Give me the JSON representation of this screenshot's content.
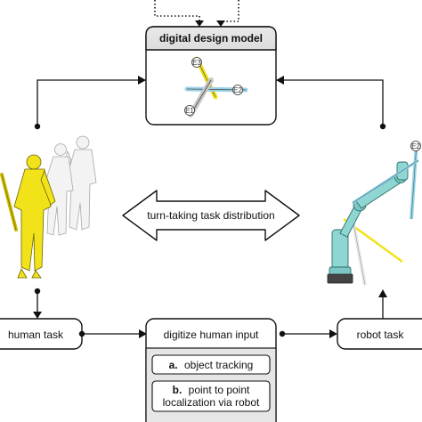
{
  "design_model": {
    "title": "digital design model",
    "element_tags": [
      "E3",
      "E2",
      "E1"
    ]
  },
  "robot_tag": "E2",
  "center_arrow": {
    "label": "turn-taking task distribution"
  },
  "human_task": {
    "label": "human task"
  },
  "digitize": {
    "label": "digitize human input",
    "methods": [
      {
        "prefix": "a.",
        "text": "object tracking"
      },
      {
        "prefix": "b.",
        "line1": "point to point",
        "line2": "localization via robot"
      }
    ]
  },
  "robot_task": {
    "label": "robot task"
  },
  "colors": {
    "human_yellow": "#f2e21a",
    "robot_teal": "#8fd6d2",
    "element_blue": "#9ad3e8",
    "line": "#111111",
    "box_fill": "#e6e6e6"
  }
}
